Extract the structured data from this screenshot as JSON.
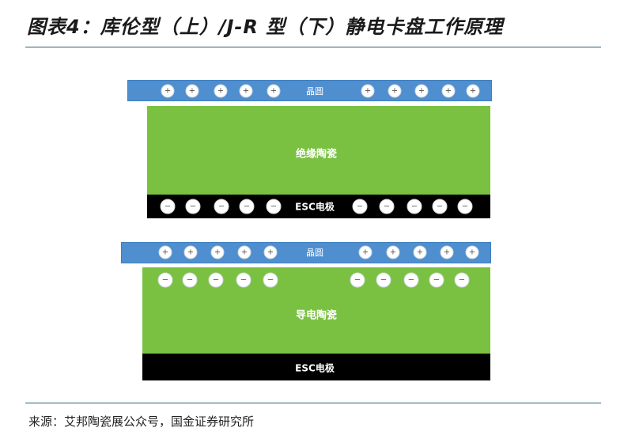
{
  "figure": {
    "title": "图表4：库伦型（上）/J-R 型（下）静电卡盘工作原理",
    "source": "来源：艾邦陶瓷展公众号，国金证券研究所"
  },
  "diagram_top": {
    "wafer_label": "晶圆",
    "ceramic_label": "绝缘陶瓷",
    "electrode_label": "ESC电极",
    "wafer_charge_symbol": "+",
    "electrode_charge_symbol": "−",
    "wafer_charge_count": 10,
    "electrode_charge_count": 10
  },
  "diagram_bottom": {
    "wafer_label": "晶圆",
    "ceramic_label": "导电陶瓷",
    "electrode_label": "ESC电极",
    "wafer_charge_symbol": "+",
    "ceramic_charge_symbol": "−",
    "wafer_charge_count": 10,
    "ceramic_charge_count": 10
  },
  "colors": {
    "wafer": "#4f8fd0",
    "ceramic": "#7ac142",
    "electrode": "#000000",
    "rule": "#2f5d7c"
  }
}
